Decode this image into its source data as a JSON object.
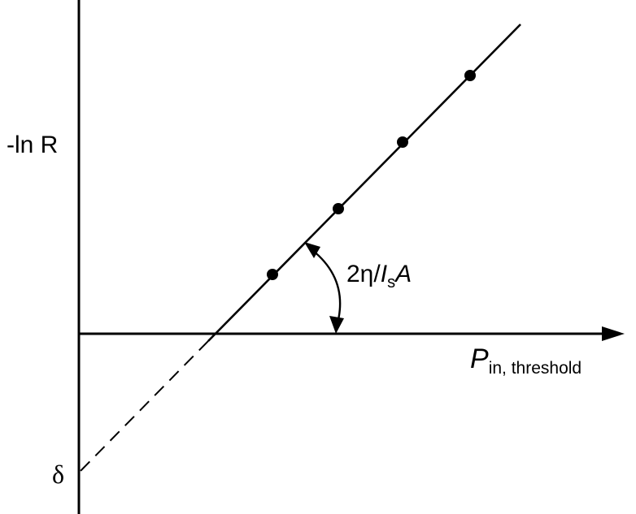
{
  "labels": {
    "y_axis": "-ln R",
    "x_axis_main": "P",
    "x_axis_sub": "in, threshold",
    "intercept": "δ",
    "slope_prefix": "2η/",
    "slope_I": "I",
    "slope_sub": "s",
    "slope_A": "A"
  },
  "chart_data": {
    "type": "scatter",
    "points_count": 4,
    "fit_line": "solid above x-axis, dashed extrapolation below to intercept δ on the y-axis",
    "annotation": "angle arc between fit line and x-axis labeled with the slope"
  },
  "colors": {
    "ink": "#000000",
    "background": "#ffffff"
  }
}
